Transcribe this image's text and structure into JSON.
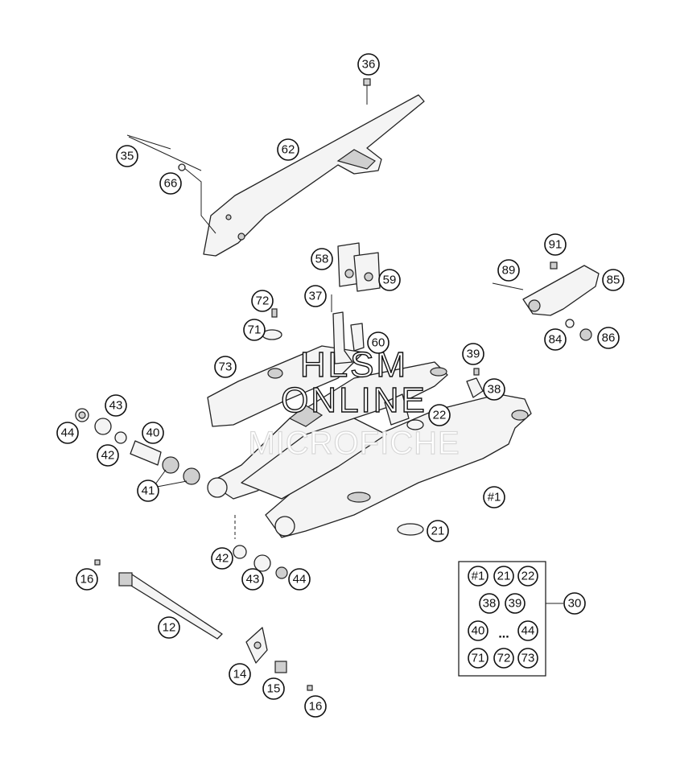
{
  "watermark": {
    "line1": "HLSM",
    "line2": "ONLINE",
    "line3": "MICROFICHE"
  },
  "callouts": {
    "c36": "36",
    "c62": "62",
    "c35": "35",
    "c66": "66",
    "c58": "58",
    "c59": "59",
    "c91": "91",
    "c89": "89",
    "c85": "85",
    "c72": "72",
    "c37": "37",
    "c71": "71",
    "c60": "60",
    "c84": "84",
    "c86": "86",
    "c73": "73",
    "c39": "39",
    "c38": "38",
    "c43a": "43",
    "c44a": "44",
    "c40": "40",
    "c42a": "42",
    "c41": "41",
    "c22": "22",
    "c1": "#1",
    "c21": "21",
    "c42b": "42",
    "c43b": "43",
    "c44b": "44",
    "c16a": "16",
    "c12": "12",
    "c14": "14",
    "c15": "15",
    "c16b": "16",
    "c30": "30"
  },
  "kit_box": {
    "r1": [
      "#1",
      "21",
      "22"
    ],
    "r2": [
      "38",
      "39"
    ],
    "r3a": "40",
    "r3dots": "...",
    "r3b": "44",
    "r4": [
      "71",
      "72",
      "73"
    ]
  }
}
